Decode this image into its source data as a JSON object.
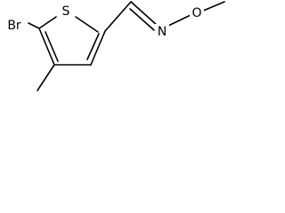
{
  "molecule": {
    "atoms": {
      "sulfur": "S",
      "bromine": "Br",
      "nitrogen": "N",
      "oxygen": "O"
    }
  }
}
